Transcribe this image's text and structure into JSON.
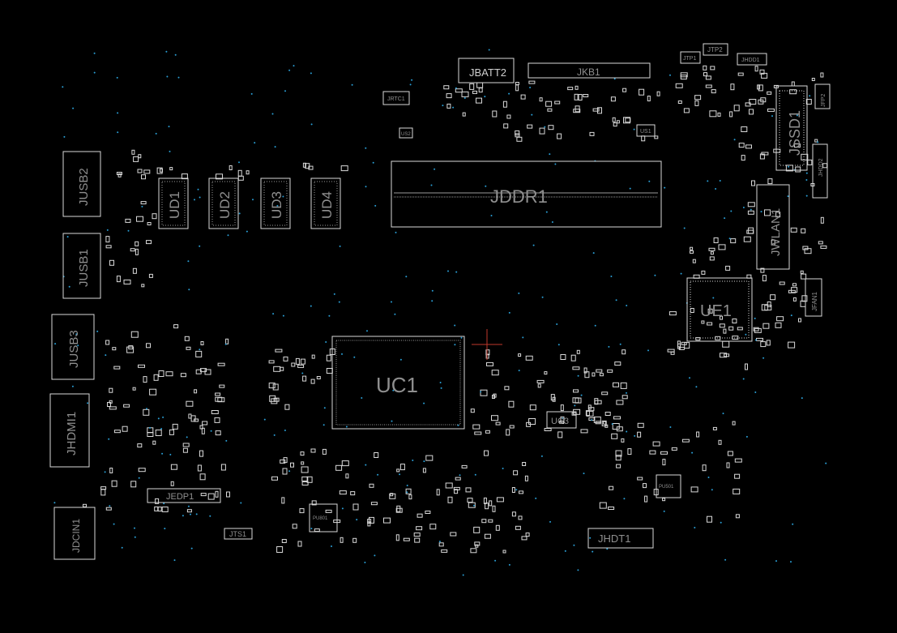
{
  "colors": {
    "background": "#000000",
    "outline": "#d9d9d9",
    "label": "#8f8f8f",
    "via": "#2a9fd6",
    "cursor": "#c0392b"
  },
  "components": {
    "jbatt2": "JBATT2",
    "jkb1": "JKB1",
    "jtp1": "JTP1",
    "jtp2": "JTP2",
    "jhdd1": "JHDD1",
    "jrtc1": "JRTC1",
    "us2": "US2",
    "us1": "US1",
    "jssd1": "JSSD1",
    "jfp2": "JFP2",
    "jhdd2": "JHDD2",
    "jusb2": "JUSB2",
    "jusb1": "JUSB1",
    "jusb3": "JUSB3",
    "jhdmi1": "JHDMI1",
    "jdcin1": "JDCIN1",
    "ud1": "UD1",
    "ud2": "UD2",
    "ud3": "UD3",
    "ud4": "UD4",
    "jddr1": "JDDR1",
    "jwlan1": "JWLAN1",
    "ue1": "UE1",
    "jfan1": "JFAN1",
    "uc1": "UC1",
    "uc3": "UC3",
    "jedp1": "JEDP1",
    "jts1": "JTS1",
    "jhdt1": "JHDT1",
    "pu801": "PU801",
    "pu501": "PU501"
  }
}
